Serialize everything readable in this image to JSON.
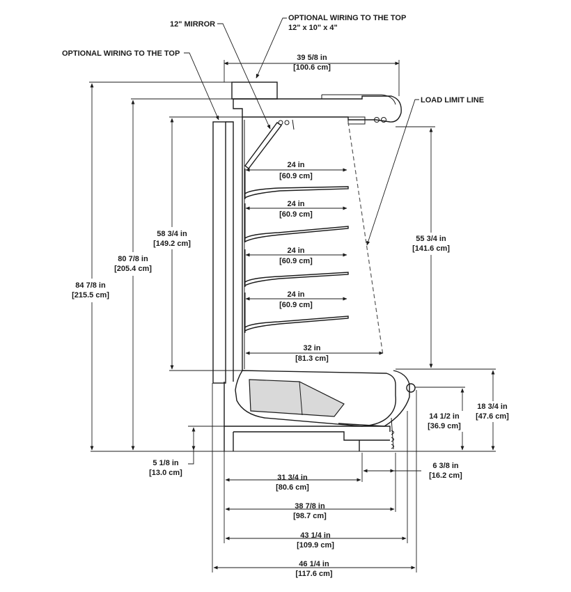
{
  "callouts": {
    "mirror": "12\" MIRROR",
    "wiring_top_right_l1": "OPTIONAL WIRING TO THE TOP",
    "wiring_top_right_l2": "12\" x 10\" x 4\"",
    "wiring_top_left": "OPTIONAL WIRING TO THE TOP",
    "load_limit": "LOAD LIMIT LINE"
  },
  "dimensions": {
    "top_width": [
      "39 5/8 in",
      "[100.6 cm]"
    ],
    "overall_height": [
      "84 7/8 in",
      "[215.5 cm]"
    ],
    "body_height": [
      "80 7/8 in",
      "[205.4 cm]"
    ],
    "shelf_area_height": [
      "58 3/4 in",
      "[149.2 cm]"
    ],
    "right_shelf_height": [
      "55 3/4 in",
      "[141.6 cm]"
    ],
    "shelf_1": [
      "24 in",
      "[60.9 cm]"
    ],
    "shelf_2": [
      "24 in",
      "[60.9 cm]"
    ],
    "shelf_3": [
      "24 in",
      "[60.9 cm]"
    ],
    "shelf_4": [
      "24 in",
      "[60.9 cm]"
    ],
    "deck": [
      "32 in",
      "[81.3 cm]"
    ],
    "front_height": [
      "14 1/2 in",
      "[36.9 cm]"
    ],
    "bumper_height": [
      "18 3/4 in",
      "[47.6 cm]"
    ],
    "base_height": [
      "5 1/8 in",
      "[13.0 cm]"
    ],
    "front_offset": [
      "6 3/8 in",
      "[16.2 cm]"
    ],
    "base_depth": [
      "31 3/4 in",
      "[80.6 cm]"
    ],
    "depth_2": [
      "38 7/8 in",
      "[98.7 cm]"
    ],
    "depth_3": [
      "43 1/4 in",
      "[109.9 cm]"
    ],
    "overall_depth": [
      "46 1/4 in",
      "[117.6 cm]"
    ]
  }
}
